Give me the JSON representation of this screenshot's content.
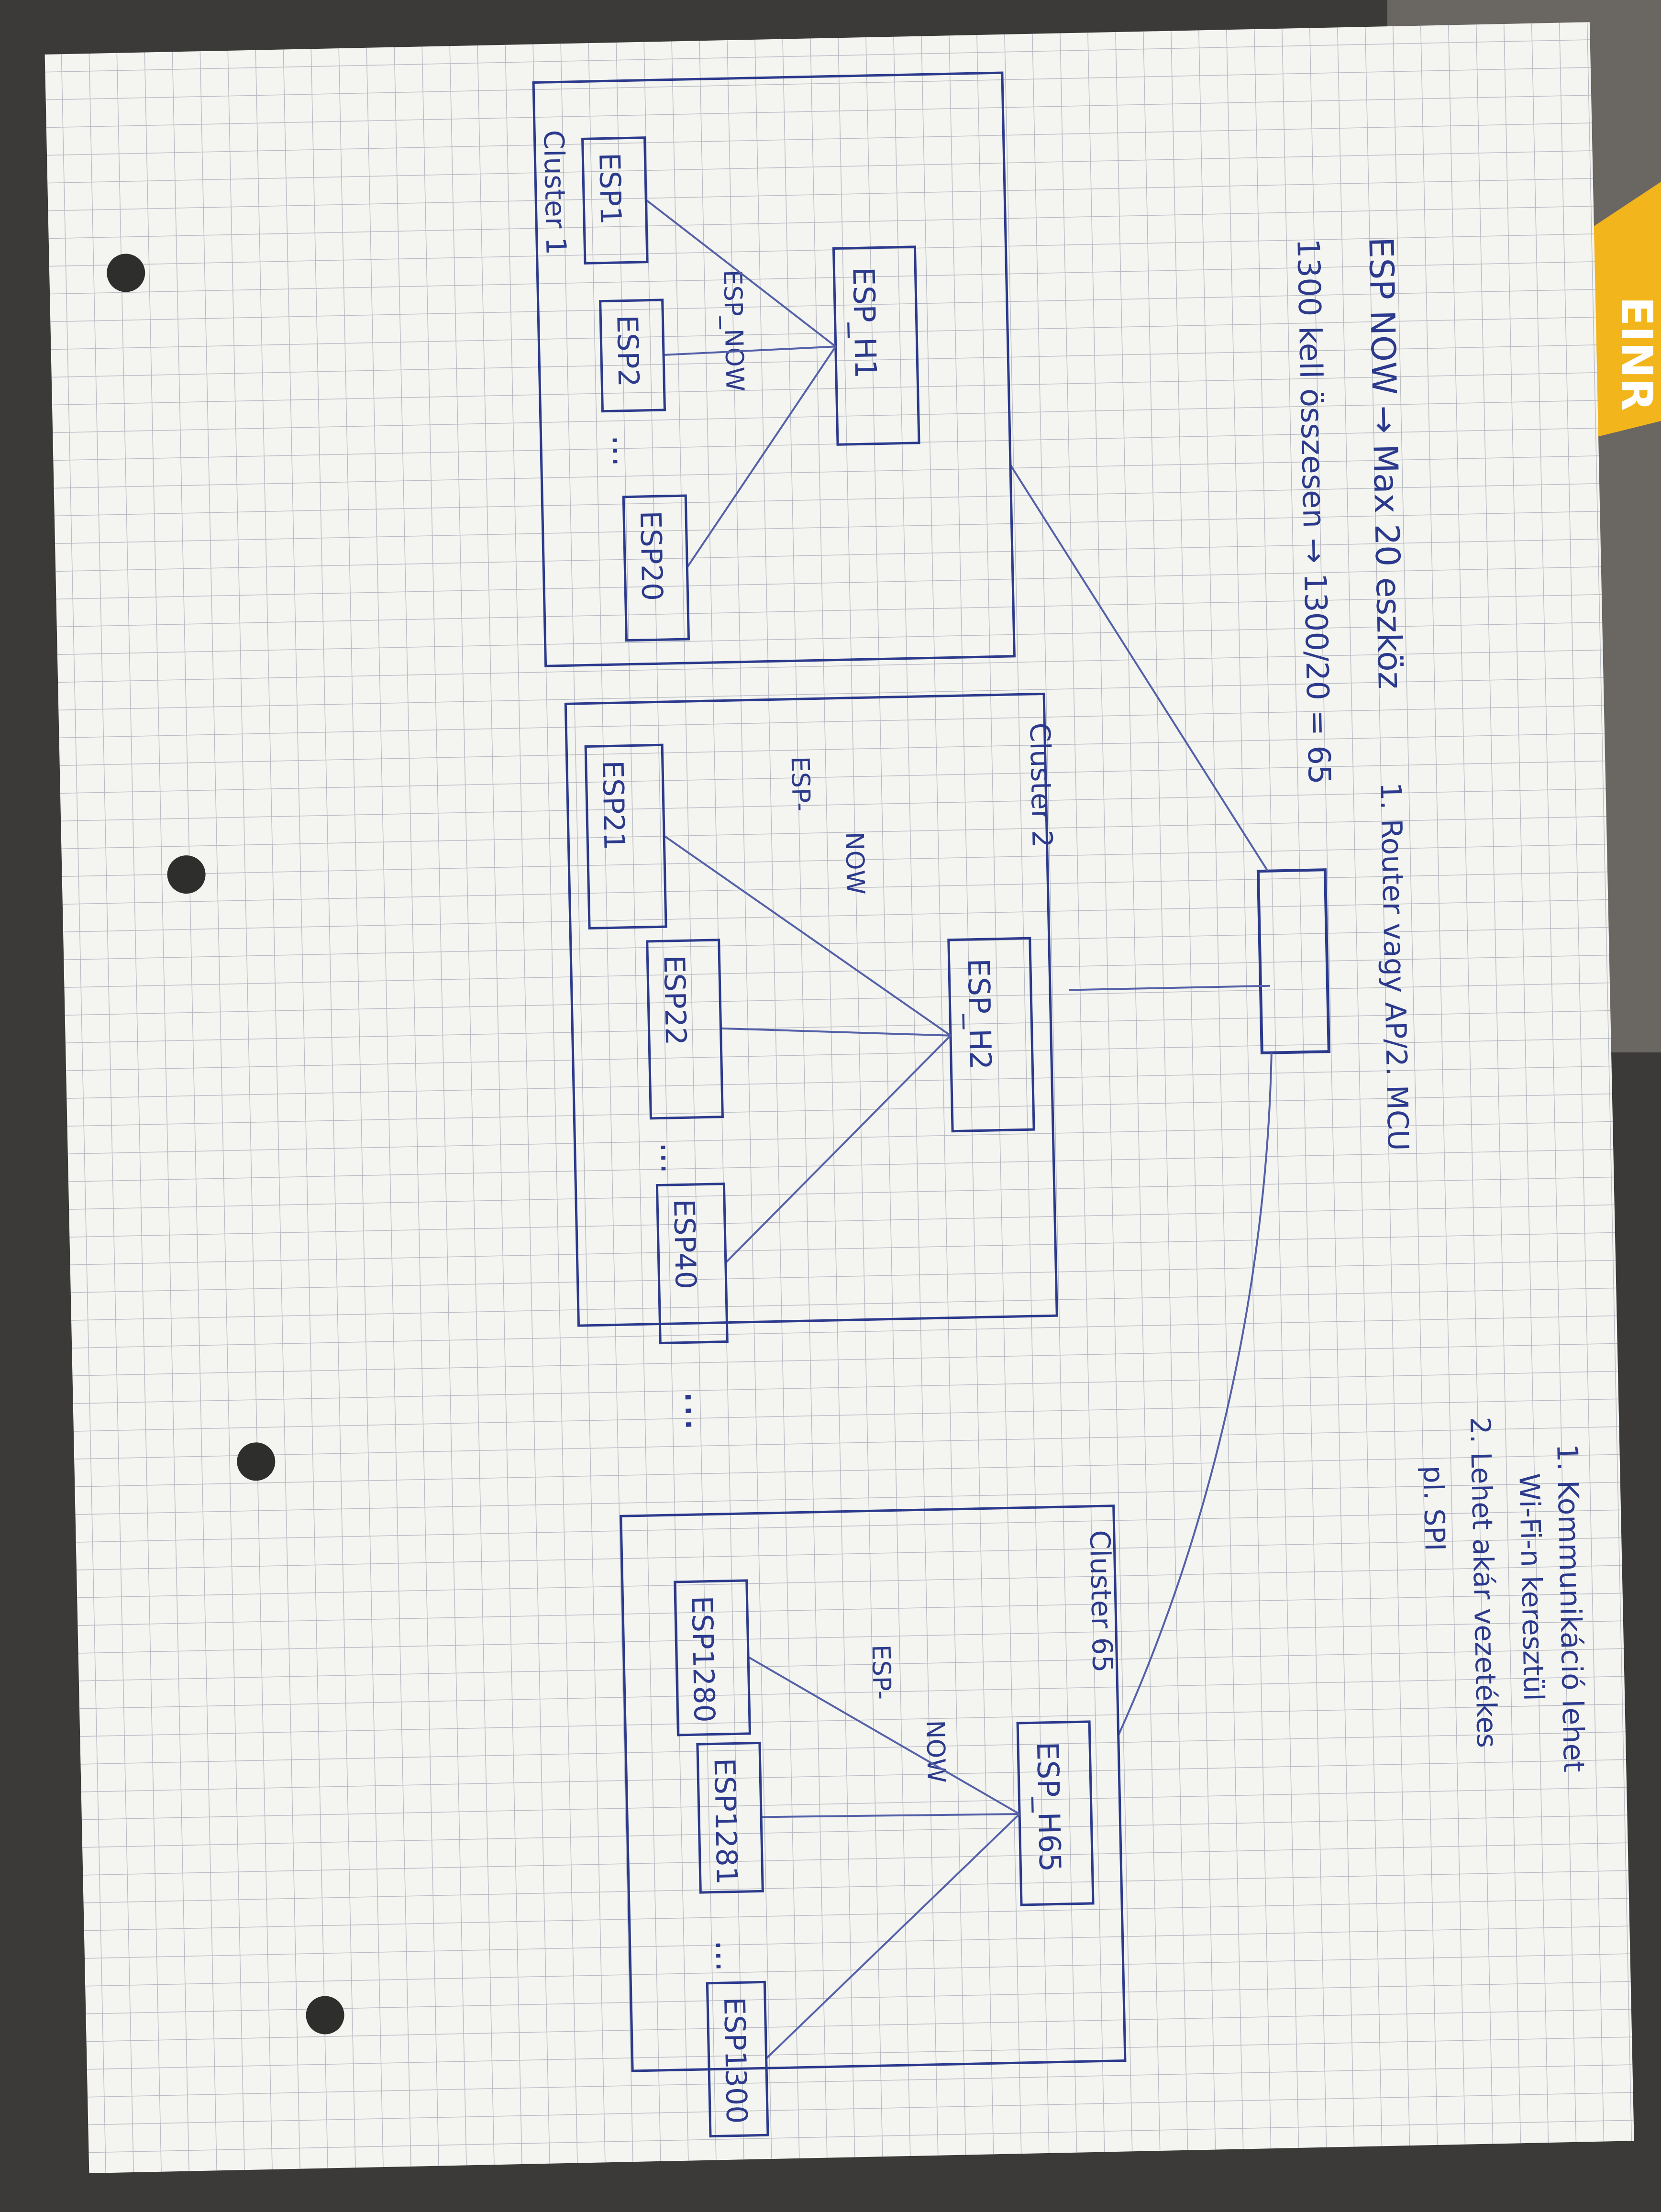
{
  "notes": {
    "line1": "ESP NOW → Max 20 eszköz",
    "line2": "1300 kell összesen → 1300/20 = 65",
    "router_note": "1. Router vagy AP/2. MCU",
    "comm1_a": "1. Kommunikáció lehet",
    "comm1_b": "Wi-Fi-n keresztül",
    "comm2_a": "2. Lehet akár vezetékes",
    "comm2_b": "pl. SPI"
  },
  "clusters": [
    {
      "label": "Cluster 1",
      "link_label_a": "ESP_NOW",
      "link_label_b": "",
      "head": "ESP_H1",
      "nodes": [
        "ESP1",
        "ESP2",
        "ESP20"
      ]
    },
    {
      "label": "Cluster 2",
      "link_label_a": "ESP-",
      "link_label_b": "NOW",
      "head": "ESP_H2",
      "nodes": [
        "ESP21",
        "ESP22",
        "ESP40"
      ]
    },
    {
      "label": "Cluster 65",
      "link_label_a": "ESP-",
      "link_label_b": "NOW",
      "head": "ESP_H65",
      "nodes": [
        "ESP1280",
        "ESP1281",
        "ESP1300"
      ]
    }
  ],
  "ellipsis": "...",
  "colors": {
    "ink": "#2b3a8c",
    "paper": "#f4f4f0",
    "grid": "#b9bcc4",
    "sticky": "#f3b51c"
  }
}
